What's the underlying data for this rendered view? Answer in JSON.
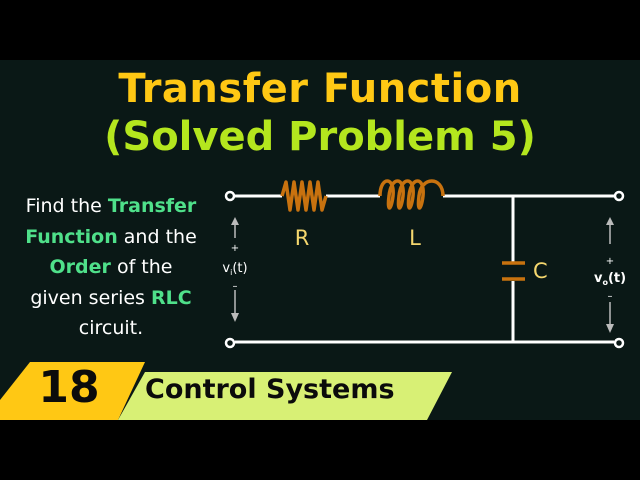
{
  "title": {
    "line1": "Transfer Function",
    "line2": "(Solved Problem 5)"
  },
  "problem": {
    "segments": [
      {
        "text": "Find the ",
        "highlight": false
      },
      {
        "text": "Transfer",
        "highlight": true
      },
      {
        "text": "Function",
        "highlight": true
      },
      {
        "text": " and the",
        "highlight": false
      },
      {
        "text": "Order",
        "highlight": true
      },
      {
        "text": " of the",
        "highlight": false
      },
      {
        "text": "given series ",
        "highlight": false
      },
      {
        "text": "RLC",
        "highlight": true
      },
      {
        "text": "circuit.",
        "highlight": false
      }
    ]
  },
  "circuit": {
    "resistor_label": "R",
    "inductor_label": "L",
    "capacitor_label": "C",
    "input": {
      "plus": "+",
      "minus": "–",
      "label": "v",
      "subscript": "i",
      "suffix": "(t)"
    },
    "output": {
      "plus": "+",
      "minus": "–",
      "label": "v",
      "subscript": "o",
      "suffix": "(t)"
    }
  },
  "banner": {
    "number": "18",
    "course": "Control Systems"
  },
  "colors": {
    "title_yellow": "#ffc814",
    "title_lime": "#b4e61e",
    "highlight_green": "#4fe08a",
    "component_orange": "#c8720f",
    "component_label": "#f5d76e",
    "banner_yellow": "#ffc814",
    "banner_lime": "#d8f075",
    "background": "#0a1816"
  }
}
